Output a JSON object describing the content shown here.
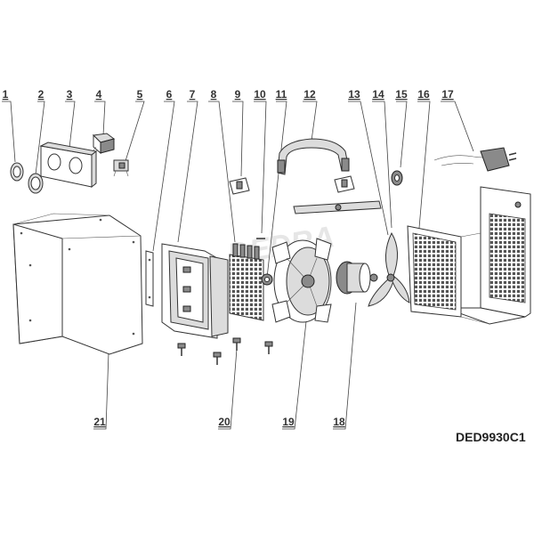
{
  "diagram": {
    "drawing_code": "DED9930C1",
    "watermark": "DEDRA",
    "part_numbers": {
      "p1": "1",
      "p2": "2",
      "p3": "3",
      "p4": "4",
      "p5": "5",
      "p6": "6",
      "p7": "7",
      "p8": "8",
      "p9": "9",
      "p10": "10",
      "p11": "11",
      "p12": "12",
      "p13": "13",
      "p14": "14",
      "p15": "15",
      "p16": "16",
      "p17": "17",
      "p18": "18",
      "p19": "19",
      "p20": "20",
      "p21": "21"
    }
  },
  "colors": {
    "line": "#444444",
    "text": "#333333",
    "fill_light": "#dcdcdc",
    "fill_dark": "#8a8a8a"
  }
}
